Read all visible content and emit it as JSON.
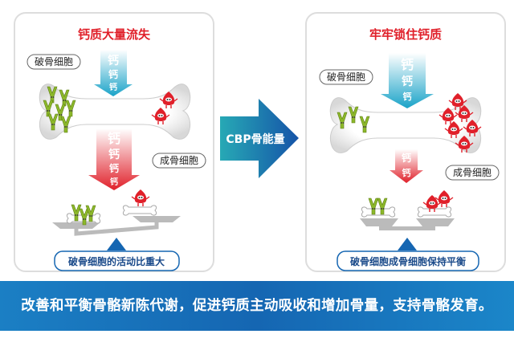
{
  "left_panel": {
    "title": "钙质大量流失",
    "osteoclast_label": "破骨细胞",
    "osteoblast_label": "成骨细胞",
    "calcium_char": "钙",
    "caption": "破骨细胞的活动比重大"
  },
  "middle_arrow": {
    "label": "CBP骨能量"
  },
  "right_panel": {
    "title": "牢牢锁住钙质",
    "osteoclast_label": "破骨细胞",
    "osteoblast_label": "成骨细胞",
    "calcium_char": "钙",
    "caption": "破骨细胞成骨细胞保持平衡"
  },
  "banner": {
    "text": "改善和平衡骨骼新陈代谢，促进钙质主动吸收和增加骨量，支持骨骼发育。"
  },
  "colors": {
    "title_red": "#e0202a",
    "banner_blue": "#1566b2",
    "osteoclast_green": "#8cb82a",
    "osteoblast_red": "#e0202a"
  }
}
